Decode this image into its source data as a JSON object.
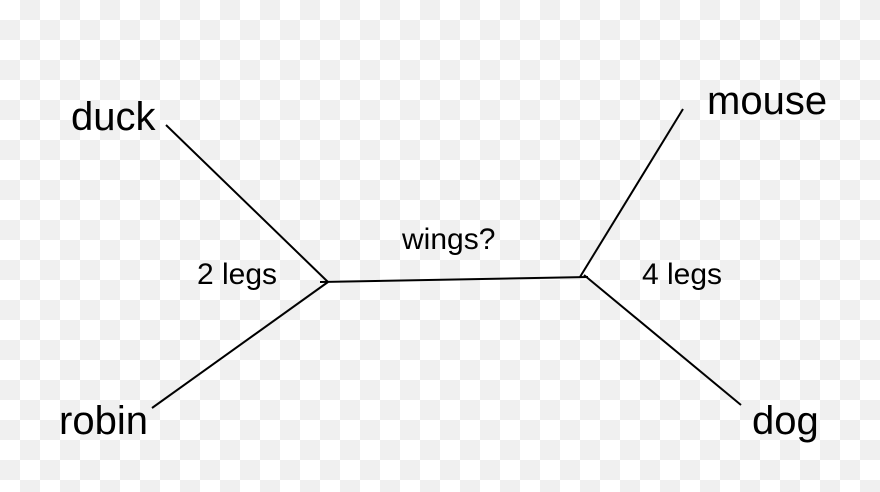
{
  "diagram": {
    "leaves": {
      "duck": "duck",
      "robin": "robin",
      "mouse": "mouse",
      "dog": "dog"
    },
    "edges": {
      "left_internal": "2 legs",
      "central": "wings?",
      "right_internal": "4 legs"
    },
    "line_color": "#000000"
  }
}
